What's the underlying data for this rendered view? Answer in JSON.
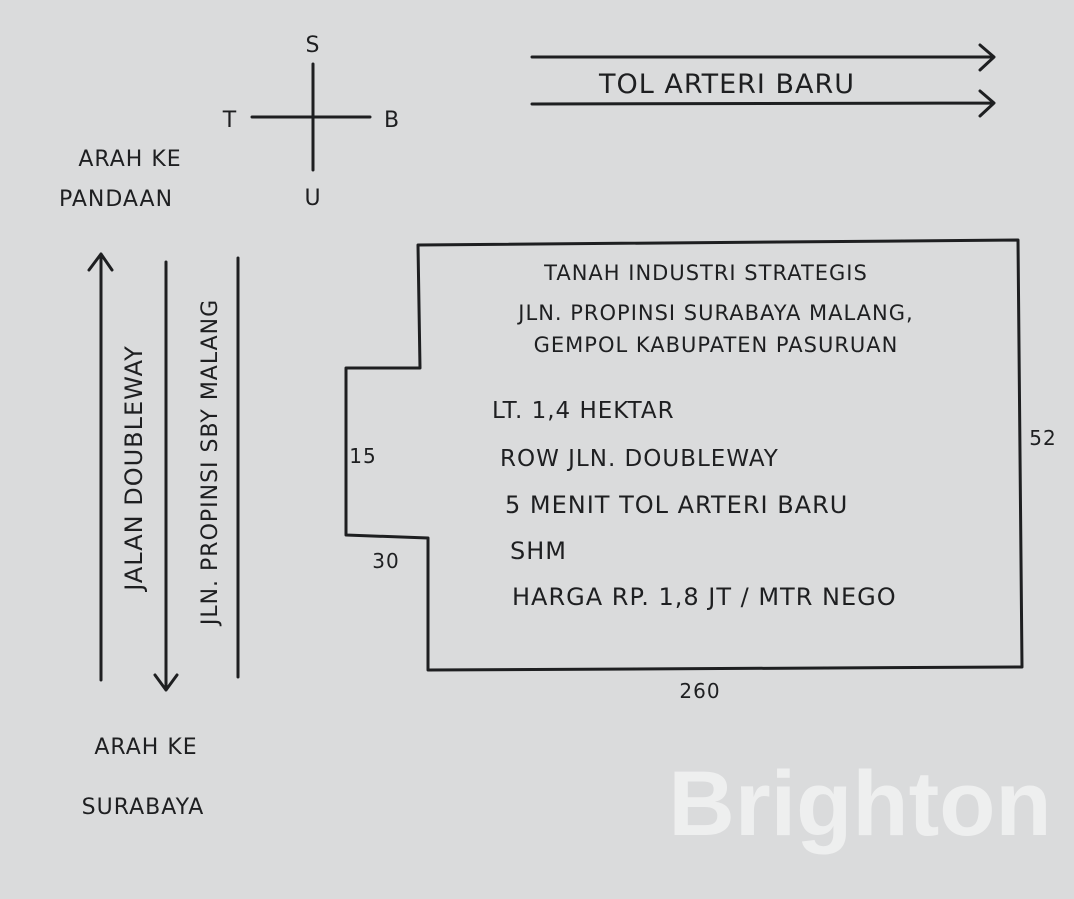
{
  "compass": {
    "north_top": "S",
    "west_left": "T",
    "east_right": "B",
    "south_bottom": "U"
  },
  "direction_pandaan": {
    "line1": "ARAH KE",
    "line2": "PANDAAN"
  },
  "direction_surabaya": {
    "line1": "ARAH KE",
    "line2": "SURABAYA"
  },
  "toll_road": {
    "label": "TOL ARTERI BARU"
  },
  "roads": {
    "doubleway": "JALAN DOUBLEWAY",
    "provincial": "JLN. PROPINSI SBY MALANG"
  },
  "plot": {
    "title_lines": [
      "TANAH INDUSTRI STRATEGIS",
      "JLN. PROPINSI SURABAYA MALANG,",
      "GEMPOL KABUPATEN PASURUAN"
    ],
    "details": [
      "LT. 1,4 HEKTAR",
      "ROW JLN. DOUBLEWAY",
      "5 MENIT TOL ARTERI BARU",
      "SHM",
      "HARGA RP. 1,8 JT / MTR NEGO"
    ],
    "dimensions": {
      "notch_height": "15",
      "notch_width": "30",
      "right_side": "52",
      "bottom_side": "260"
    }
  },
  "watermark": "Brighton"
}
